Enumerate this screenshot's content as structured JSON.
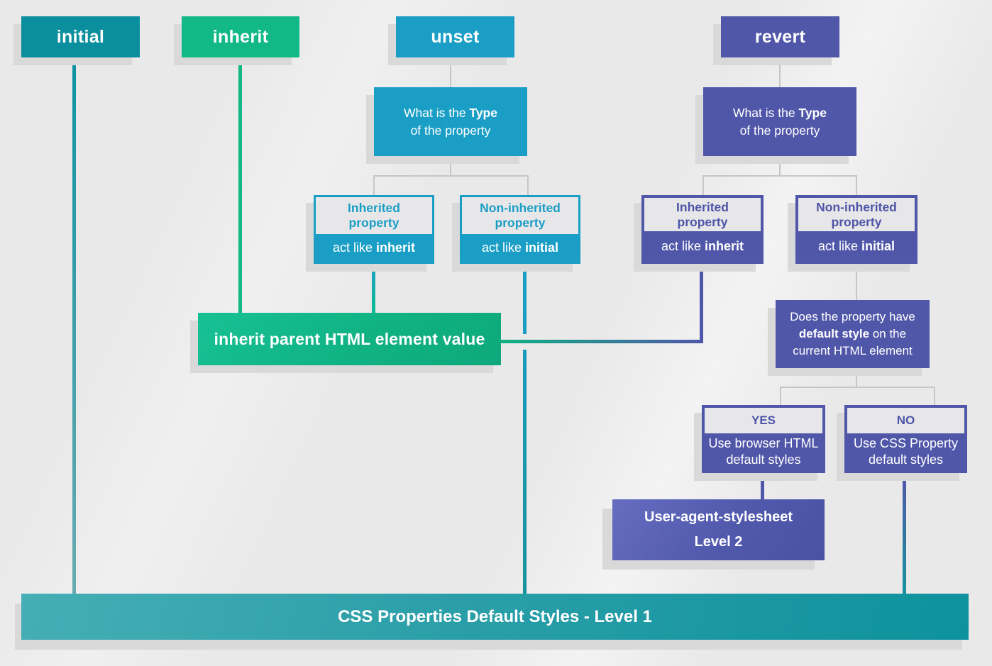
{
  "title": "CSS keywords cascade flowchart",
  "palette": {
    "teal": "#0b8f9e",
    "green": "#12b886",
    "cyan": "#1b9ec6",
    "purple": "#5057a9",
    "connector_gray": "#c6c6c8",
    "shadow": "#d9d9da",
    "background": "#e9e9ea",
    "bottom_bar_gradient": [
      "#46aeb5",
      "#0d929d"
    ]
  },
  "keywords": {
    "initial": "initial",
    "inherit": "inherit",
    "unset": "unset",
    "revert": "revert"
  },
  "type_question": {
    "line1_pre": "What is the ",
    "line1_bold": "Type",
    "line2": "of the property"
  },
  "unset_branch": {
    "inherited": {
      "title_line1": "Inherited",
      "title_line2": "property",
      "action_pre": "act like ",
      "action_bold": "inherit"
    },
    "non_inherited": {
      "title_line1": "Non-inherited",
      "title_line2": "property",
      "action_pre": "act like ",
      "action_bold": "initial"
    }
  },
  "revert_branch": {
    "inherited": {
      "title_line1": "Inherited",
      "title_line2": "property",
      "action_pre": "act like ",
      "action_bold": "inherit"
    },
    "non_inherited": {
      "title_line1": "Non-inherited",
      "title_line2": "property",
      "action_pre": "act like ",
      "action_bold": "initial"
    }
  },
  "inherit_result": {
    "label": "inherit parent HTML element value"
  },
  "default_style_question": {
    "line1": "Does the property have",
    "line2_bold": "default style",
    "line2_post": " on the",
    "line3": "current HTML element"
  },
  "yes_node": {
    "title": "YES",
    "body_line1": "Use browser HTML",
    "body_line2": "default styles"
  },
  "no_node": {
    "title": "NO",
    "body_line1": "Use CSS Property",
    "body_line2": "default styles"
  },
  "user_agent": {
    "line1": "User-agent-stylesheet",
    "line2": "Level 2"
  },
  "bottom_bar": {
    "label": "CSS Properties Default Styles - Level 1"
  }
}
